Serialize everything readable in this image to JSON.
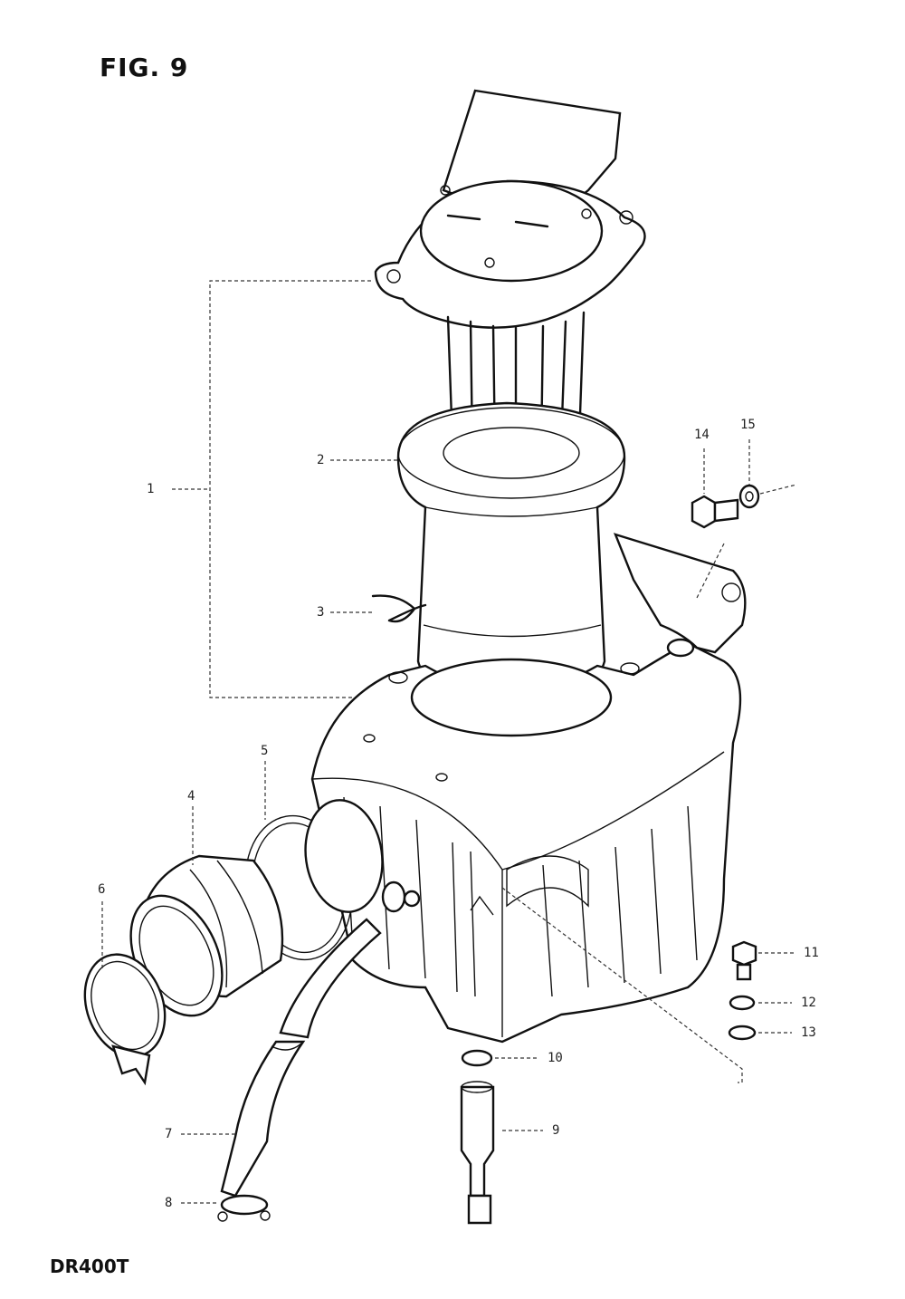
{
  "figure": {
    "title": "FIG. 9",
    "model": "DR400T"
  },
  "callouts": [
    {
      "id": "1",
      "label": "1"
    },
    {
      "id": "2",
      "label": "2"
    },
    {
      "id": "3",
      "label": "3"
    },
    {
      "id": "4",
      "label": "4"
    },
    {
      "id": "5",
      "label": "5"
    },
    {
      "id": "6",
      "label": "6"
    },
    {
      "id": "7",
      "label": "7"
    },
    {
      "id": "8",
      "label": "8"
    },
    {
      "id": "9",
      "label": "9"
    },
    {
      "id": "10",
      "label": "10"
    },
    {
      "id": "11",
      "label": "11"
    },
    {
      "id": "12",
      "label": "12"
    },
    {
      "id": "13",
      "label": "13"
    },
    {
      "id": "14",
      "label": "14"
    },
    {
      "id": "15",
      "label": "15"
    }
  ]
}
